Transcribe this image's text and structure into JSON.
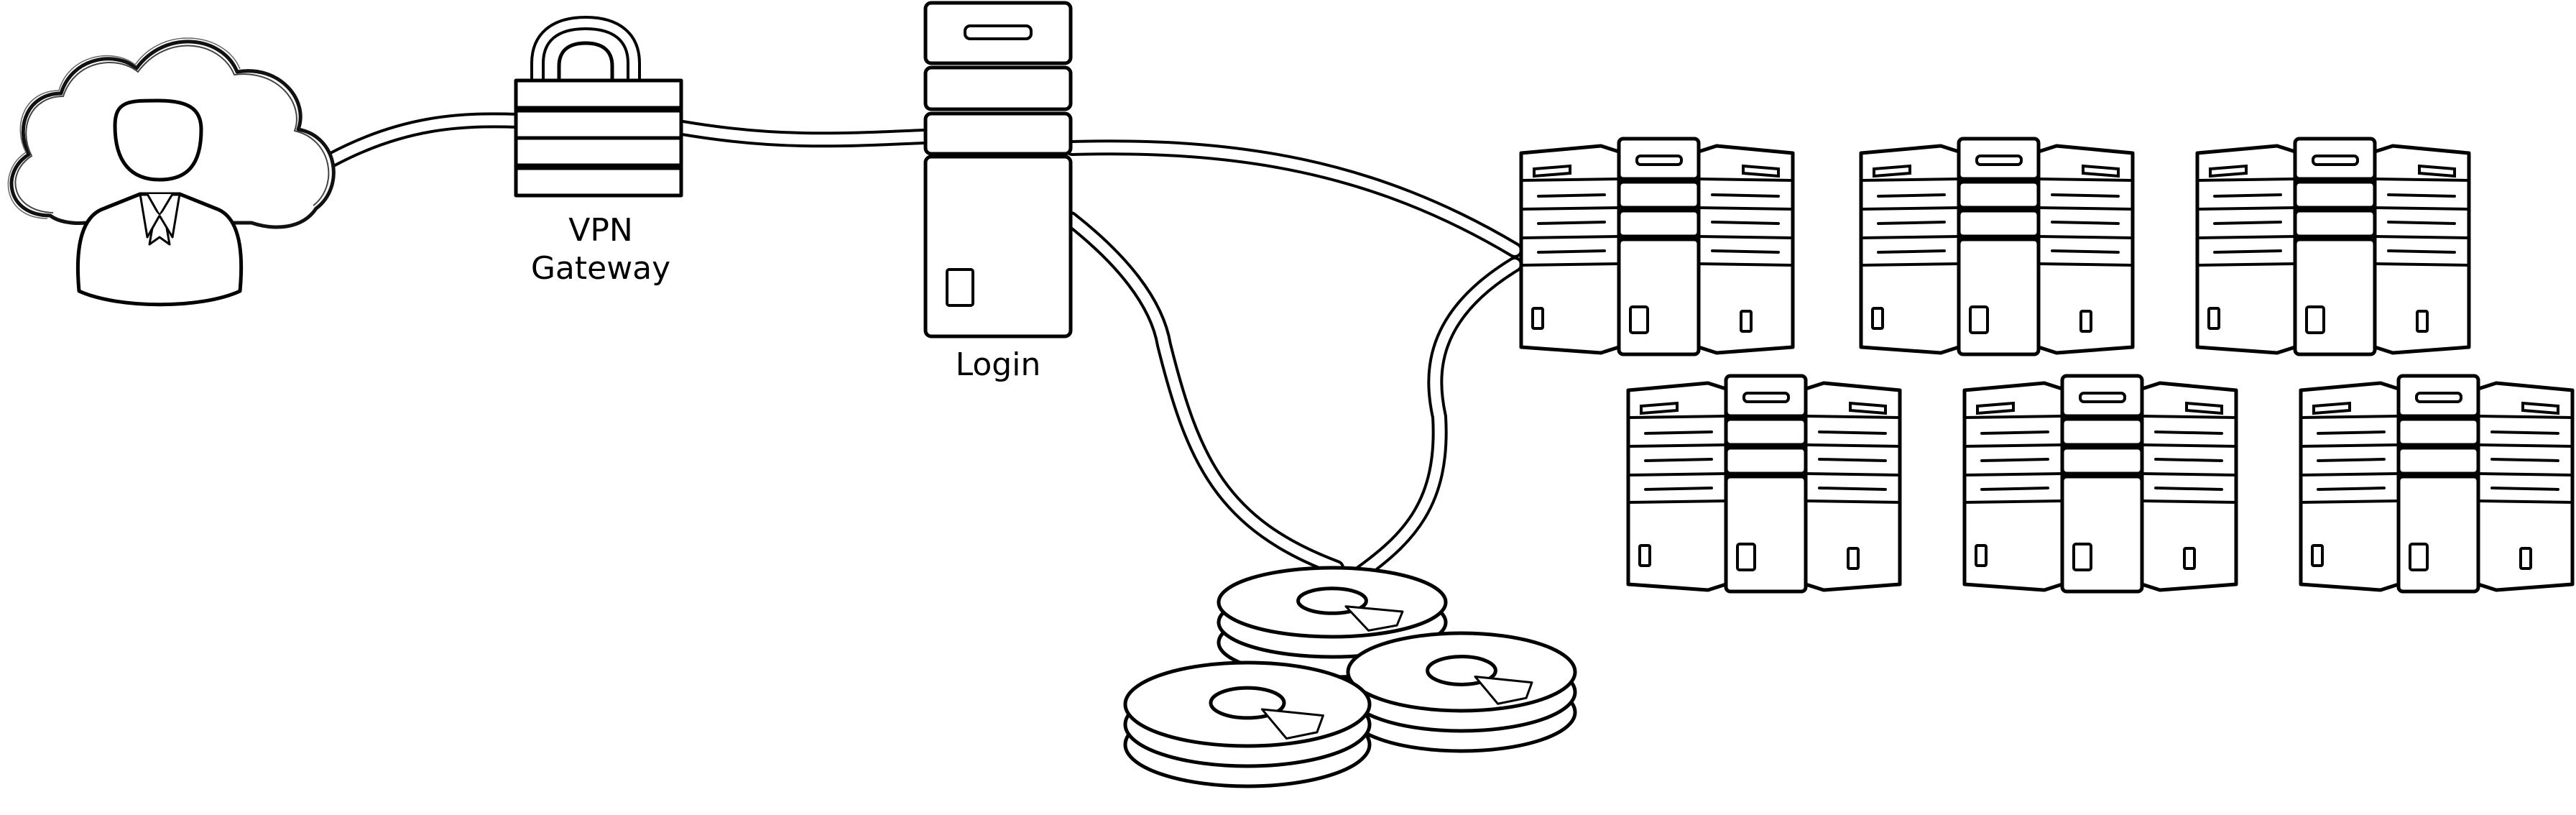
{
  "nodes": {
    "user": {
      "icon": "user-cloud-icon"
    },
    "vpn_gateway": {
      "icon": "padlock-firewall-icon",
      "label_line1": "VPN",
      "label_line2": "Gateway"
    },
    "login": {
      "icon": "server-tower-icon",
      "label": "Login"
    },
    "compute_cluster": {
      "icon": "server-rack-icon",
      "unit_count": 6
    },
    "storage": {
      "icon": "disk-stack-icon",
      "stack_count": 3
    }
  },
  "colors": {
    "stroke": "#000000",
    "fill": "#ffffff"
  }
}
